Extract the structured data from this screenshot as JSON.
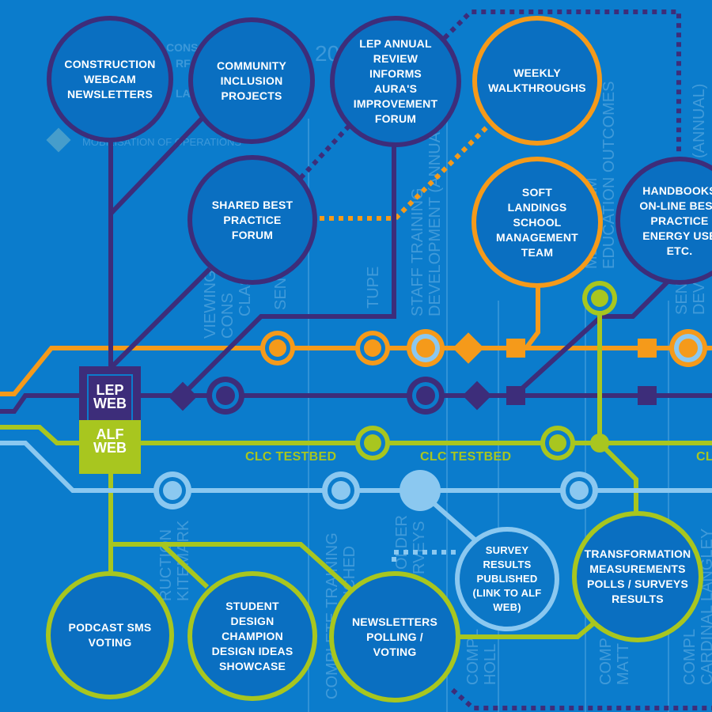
{
  "colors": {
    "background": "#0b7ccc",
    "purple_line": "#3d2d7a",
    "orange_line": "#f59a1a",
    "green_line": "#a8c61f",
    "lightblue_line": "#8bc8f0"
  },
  "faded_background_text": {
    "top_fragment_1": "CONS",
    "top_fragment_2": "RF",
    "top_fragment_3": "LA",
    "year_fragment": "20",
    "legend_line": "MOBILISATION OF OPERATIONS"
  },
  "faded_vertical_text": [
    "VIEWING",
    "CONS",
    "CLASS",
    "SEN",
    "TUPE",
    "STAFF TRAINING",
    "DEVELOPMENT (ANNUAL)",
    "EDUCATION OUTCOMES",
    "MEASUREM",
    "SEN",
    "DEV",
    "(ANNUAL)",
    "RUCTION",
    "KITEMARK",
    "COMPLETE TRAINING",
    "LAUNCHED",
    "OLDER",
    "RVEYS",
    "COMPL",
    "HOLL",
    "COMP",
    "MATT",
    "COMPL",
    "CARDINAL LANGLEY"
  ],
  "badges": {
    "lep": "LEP WEB",
    "alf": "ALF WEB"
  },
  "testbed_labels": [
    "CLC TESTBED",
    "CLC TESTBED",
    "CL"
  ],
  "nodes": {
    "construction_webcam": "CONSTRUCTION WEBCAM NEWSLETTERS",
    "community_inclusion": "COMMUNITY INCLUSION PROJECTS",
    "lep_annual_review": "LEP ANNUAL REVIEW INFORMS AURA'S IMPROVEMENT FORUM",
    "weekly_walkthroughs": "WEEKLY WALKTHROUGHS",
    "shared_best_practice": "SHARED BEST PRACTICE FORUM",
    "soft_landings": "SOFT LANDINGS SCHOOL MANAGEMENT TEAM",
    "handbooks": "HANDBOOKS ON-LINE BEST PRACTICE ENERGY USE ETC.",
    "podcast_sms": "PODCAST SMS VOTING",
    "student_design": "STUDENT DESIGN CHAMPION DESIGN IDEAS SHOWCASE",
    "newsletters_polling": "NEWSLETTERS POLLING / VOTING",
    "survey_results": "SURVEY RESULTS PUBLISHED (LINK TO ALF WEB)",
    "transformation": "TRANSFORMATION MEASUREMENTS POLLS / SURVEYS RESULTS"
  }
}
